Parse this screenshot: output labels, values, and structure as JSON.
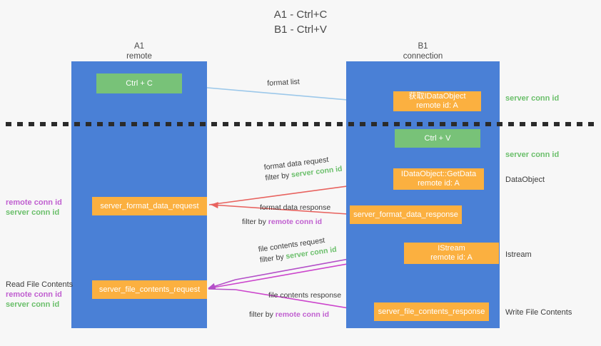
{
  "title": {
    "line1": "A1 - Ctrl+C",
    "line2": "B1 - Ctrl+V"
  },
  "columns": {
    "left": {
      "name": "A1",
      "role": "remote"
    },
    "right": {
      "name": "B1",
      "role": "connection"
    }
  },
  "boxes": {
    "ctrl_c": {
      "line1": "Ctrl + C",
      "line2": "",
      "color": "#78c278"
    },
    "get_dataobject": {
      "line1": "获取IDataObject",
      "line2": "remote id: A",
      "color": "#fbb040"
    },
    "ctrl_v": {
      "line1": "Ctrl + V",
      "line2": "",
      "color": "#78c278"
    },
    "getdata": {
      "line1": "IDataObject::GetData",
      "line2": "remote id: A",
      "color": "#fbb040"
    },
    "server_format_data_request": {
      "line1": "server_format_data_request",
      "line2": "",
      "color": "#fbb040"
    },
    "server_format_data_response": {
      "line1": "server_format_data_response",
      "line2": "",
      "color": "#fbb040"
    },
    "istream": {
      "line1": "IStream",
      "line2": "remote id: A",
      "color": "#fbb040"
    },
    "server_file_contents_request": {
      "line1": "server_file_contents_request",
      "line2": "",
      "color": "#fbb040"
    },
    "server_file_contents_response": {
      "line1": "server_file_contents_response",
      "line2": "",
      "color": "#fbb040"
    }
  },
  "arrow_labels": {
    "format_list": "format list",
    "format_data_request": "format data request",
    "format_data_request_filter_prefix": "filter by ",
    "format_data_request_filter_key": "server conn id",
    "format_data_response": "format data response",
    "format_data_response_filter_prefix": "filter by ",
    "format_data_response_filter_key": "remote conn id",
    "file_contents_request": "file contents request",
    "file_contents_request_filter_prefix": "filter by ",
    "file_contents_request_filter_key": "server conn id",
    "file_contents_response": "file contents response",
    "file_contents_response_filter_prefix": "filter by ",
    "file_contents_response_filter_key": "remote conn id"
  },
  "side_labels": {
    "right_server_conn_id_top": "server conn id",
    "right_server_conn_id_mid": "server conn id",
    "right_dataobject": "DataObject",
    "right_istream": "Istream",
    "right_write_file_contents": "Write File Contents",
    "left_remote_conn_id_1": "remote conn id",
    "left_server_conn_id_1": "server conn id",
    "left_read_file_contents": "Read File Contents",
    "left_remote_conn_id_2": "remote conn id",
    "left_server_conn_id_2": "server conn id"
  },
  "colors": {
    "lane": "#4a80d6",
    "box_green": "#78c278",
    "box_orange": "#fbb040",
    "arrow_light_blue": "#9cc8ea",
    "arrow_red": "#e8635f",
    "arrow_magenta": "#cc44cc",
    "arrow_purple": "#b34fc8",
    "arrow_black": "#1c1c1c",
    "text_green": "#6bbf6b",
    "text_purple": "#c05fd0",
    "background": "#f7f7f7"
  }
}
